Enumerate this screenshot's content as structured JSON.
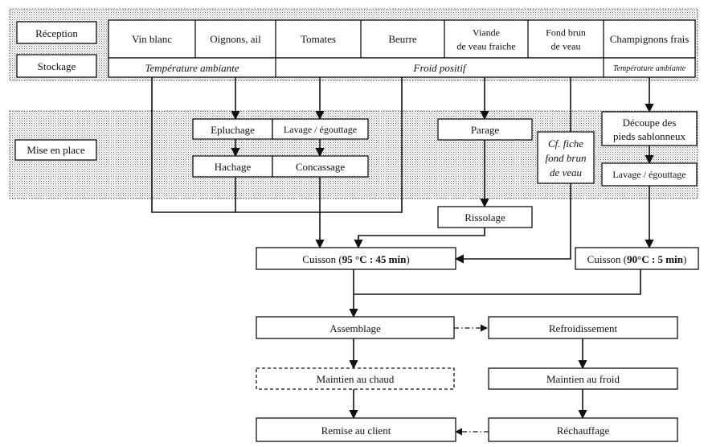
{
  "phases": {
    "reception": "Réception",
    "stockage": "Stockage",
    "mise_en_place": "Mise en place"
  },
  "ingredients": [
    {
      "id": "vin-blanc",
      "lines": [
        "Vin blanc"
      ]
    },
    {
      "id": "oignons-ail",
      "lines": [
        "Oignons, ail"
      ]
    },
    {
      "id": "tomates",
      "lines": [
        "Tomates"
      ]
    },
    {
      "id": "beurre",
      "lines": [
        "Beurre"
      ]
    },
    {
      "id": "viande",
      "lines": [
        "Viande",
        "de veau fraiche"
      ]
    },
    {
      "id": "fond-brun",
      "lines": [
        "Fond brun",
        "de veau"
      ]
    },
    {
      "id": "champignons",
      "lines": [
        "Champignons frais"
      ]
    }
  ],
  "storage": {
    "ambiante_1": "Température ambiante",
    "froid_positif": "Froid positif",
    "ambiante_2": "Température ambiante"
  },
  "steps": {
    "epluchage": "Epluchage",
    "lavage_1": "Lavage / égouttage",
    "hachage": "Hachage",
    "concassage": "Concassage",
    "parage": "Parage",
    "cf_fiche": [
      "Cf. fiche",
      "fond brun",
      "de veau"
    ],
    "decoupe": [
      "Découpe des",
      "pieds sablonneux"
    ],
    "lavage_2": "Lavage / égouttage",
    "rissolage": "Rissolage",
    "cuisson_1": {
      "prefix": "Cuisson (",
      "bold": "95 °C : 45 min",
      "suffix": ")"
    },
    "cuisson_2": {
      "prefix": "Cuisson (",
      "bold": "90°C : 5 min",
      "suffix": ")"
    },
    "assemblage": "Assemblage",
    "refroidissement": "Refroidissement",
    "maintien_chaud": "Maintien au chaud",
    "maintien_froid": "Maintien au froid",
    "remise": "Remise au client",
    "rechauffage": "Réchauffage"
  }
}
